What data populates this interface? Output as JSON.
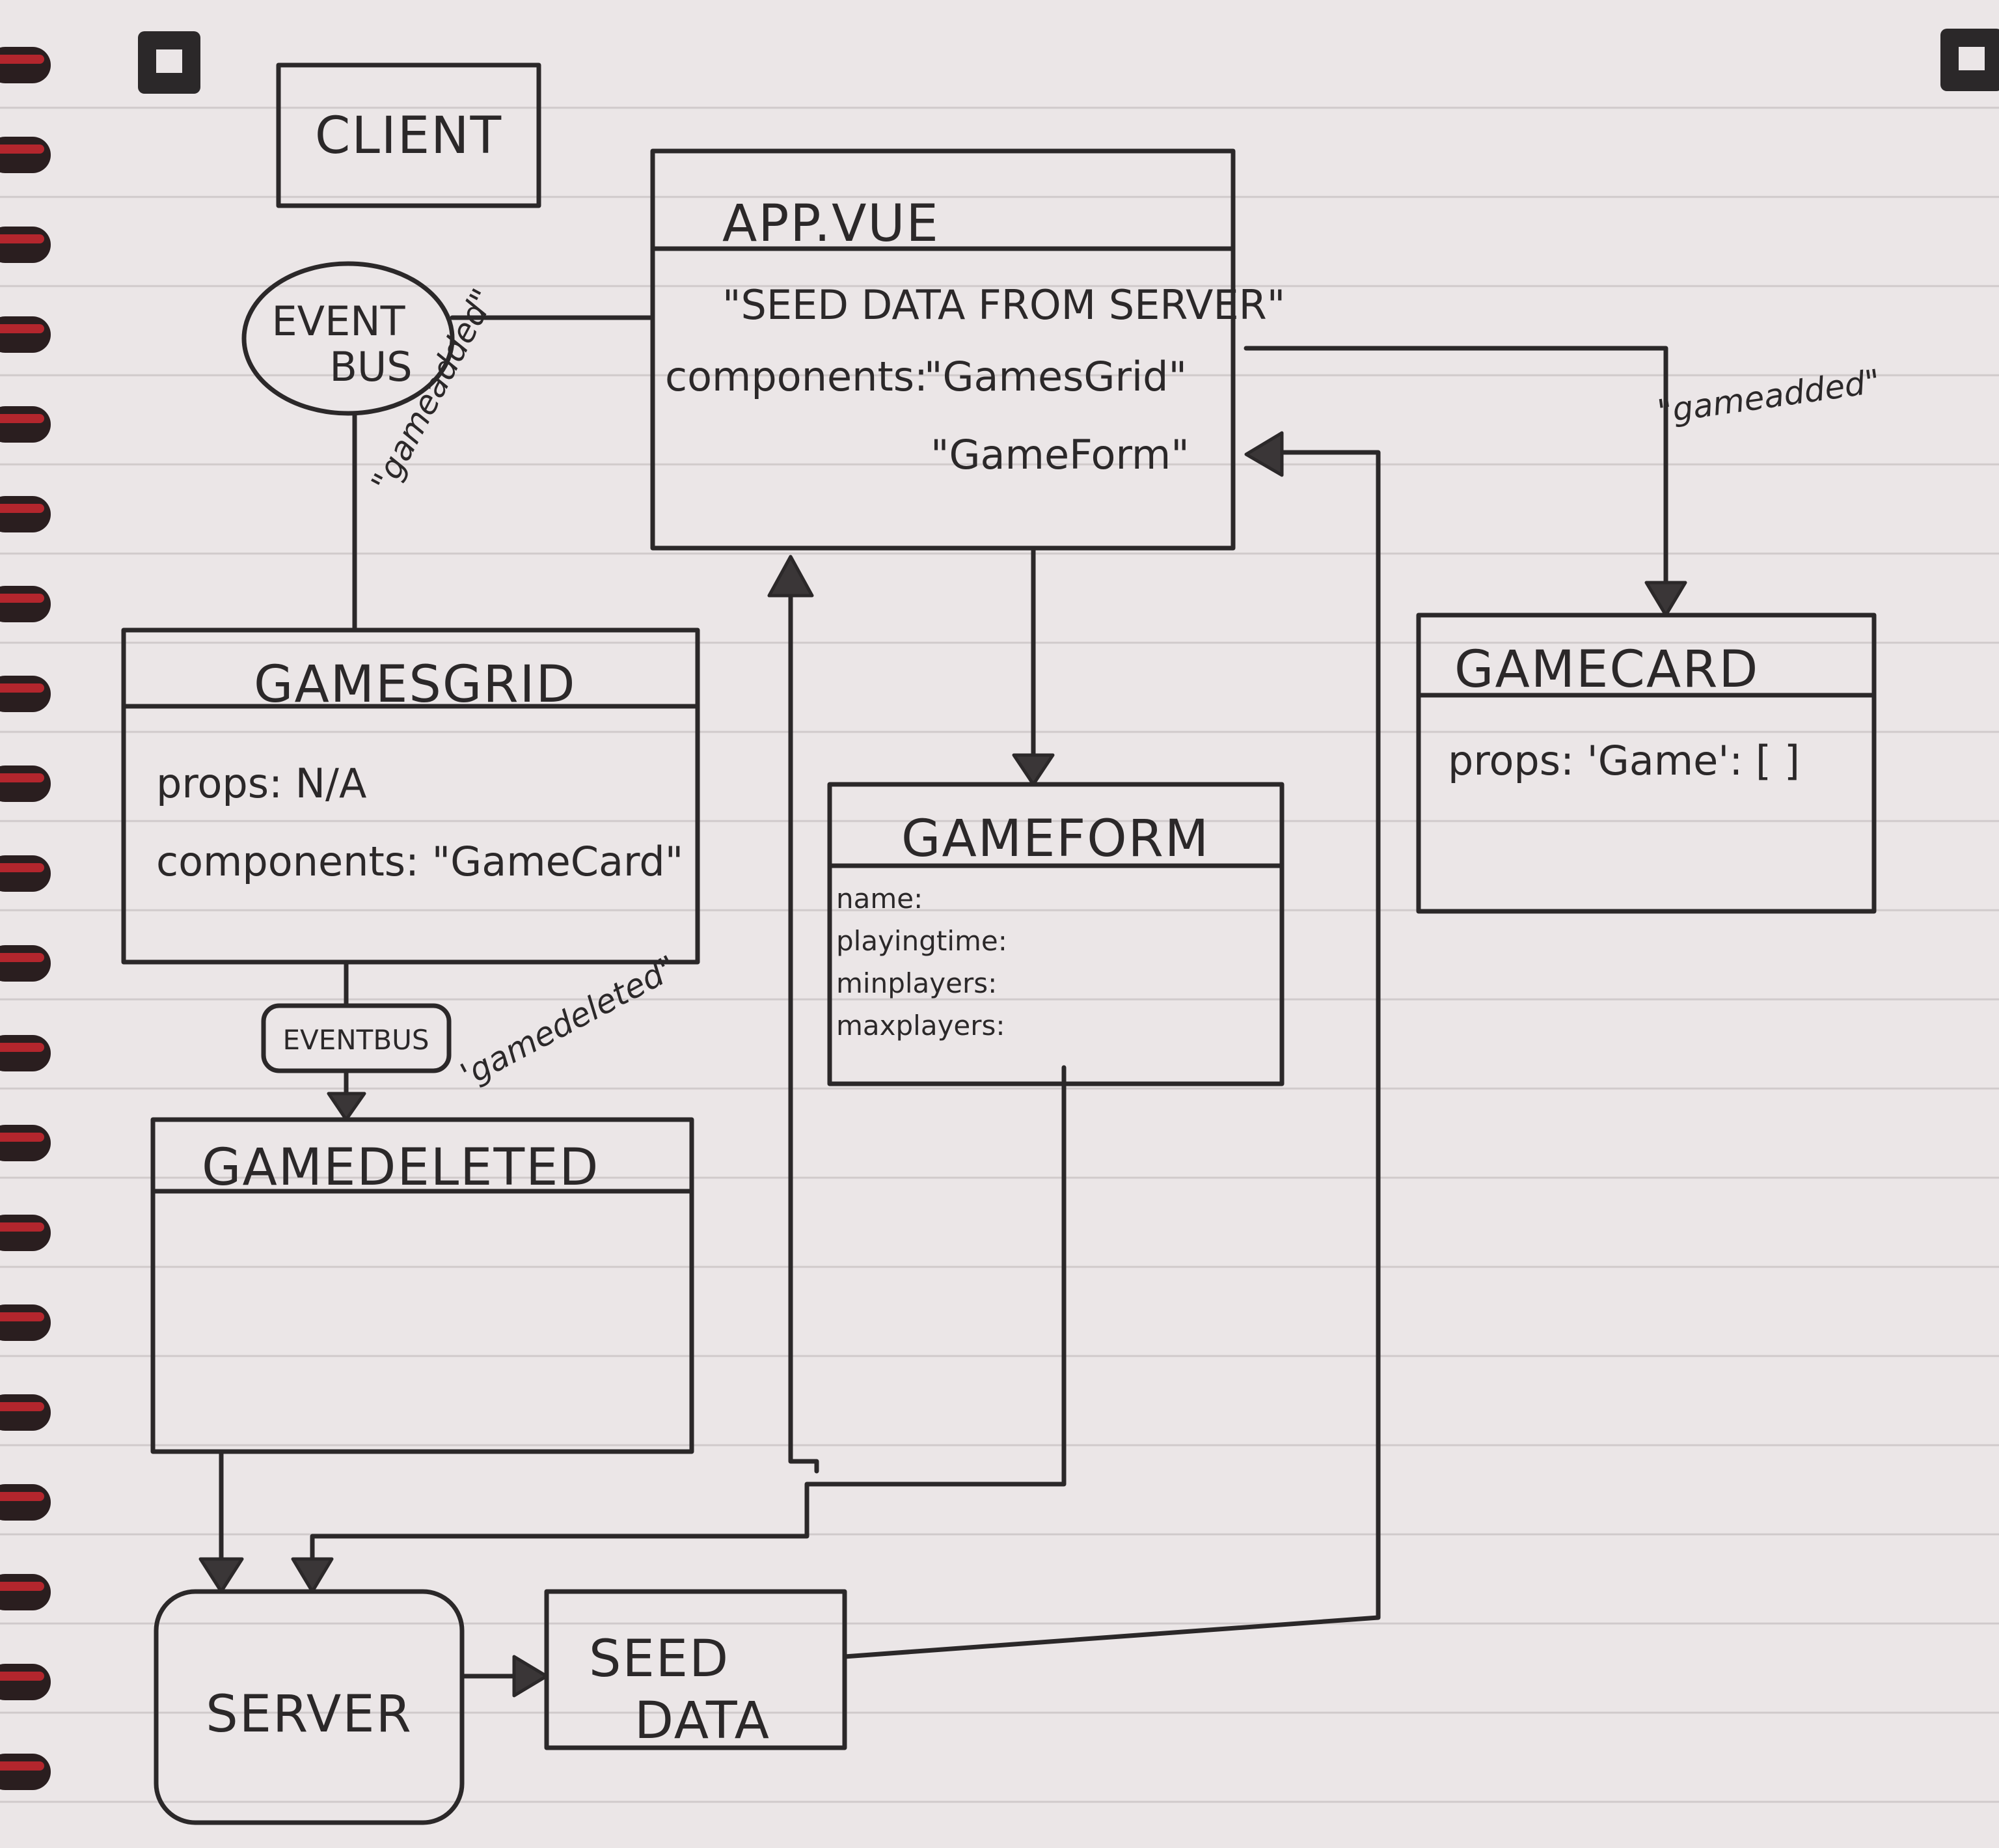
{
  "client": {
    "title": "CLIENT"
  },
  "event_bus": {
    "line1": "EVENT",
    "line2": "BUS"
  },
  "app_vue": {
    "title": "APP.VUE",
    "seed_note": "\"SEED DATA FROM SERVER\"",
    "components_label": "components:",
    "component1": "\"GamesGrid\"",
    "component2": "\"GameForm\""
  },
  "gamesgrid": {
    "title": "GAMESGRID",
    "props": "props: N/A",
    "components": "components: \"GameCard\""
  },
  "gameform": {
    "title": "GAMEFORM",
    "fields": [
      "name:",
      "playingtime:",
      "minplayers:",
      "maxplayers:"
    ]
  },
  "gamecard": {
    "title": "GAMECARD",
    "props": "props: 'Game': [ ]"
  },
  "gamedeleted": {
    "title": "GAMEDELETED"
  },
  "eventbus_small": {
    "label": "EVENTBUS"
  },
  "server": {
    "title": "SERVER"
  },
  "seed_data": {
    "line1": "SEED",
    "line2": "DATA"
  },
  "edge_labels": {
    "gameadded_left": "\"gameadded\"",
    "gameadded_right": "\"gameadded\"",
    "gamedeleted": "'gamedeleted\""
  },
  "colors": {
    "ink": "#2b2829",
    "paper": "#ebe6e7",
    "rule_line": "#cfc9ca",
    "binding_red": "#b3262d"
  },
  "icons": {
    "corner_marks": "page-corner-mark-icon",
    "binding": "spiral-ring-icon"
  }
}
